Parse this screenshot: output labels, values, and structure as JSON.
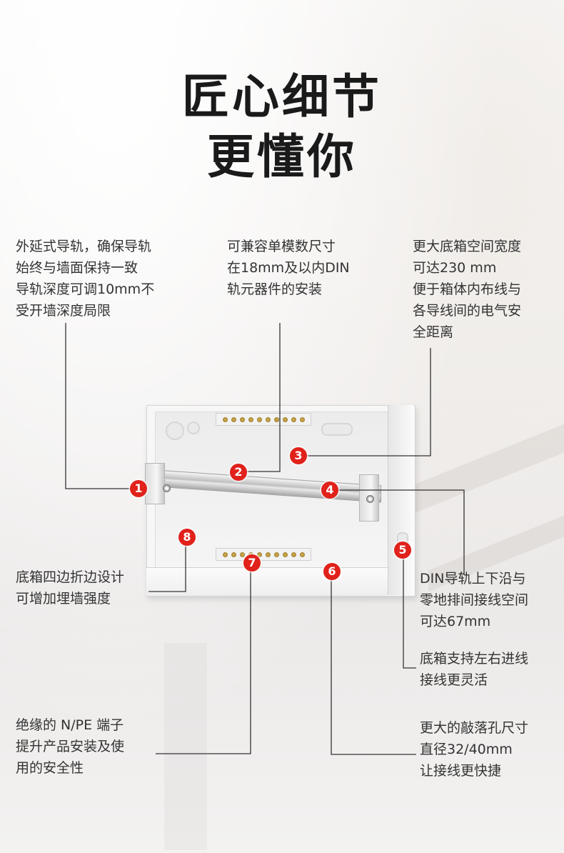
{
  "title": {
    "line1": "匠心细节",
    "line2": "更懂你"
  },
  "notes": {
    "n1": [
      "外延式导轨，确保导轨",
      "始终与墙面保持一致",
      "导轨深度可调10mm不",
      "受开墙深度局限"
    ],
    "n2": [
      "可兼容单模数尺寸",
      "在18mm及以内DIN",
      "轨元器件的安装"
    ],
    "n3": [
      "更大底箱空间宽度",
      "可达230 mm",
      "便于箱体内布线与",
      "各导线间的电气安",
      "全距离"
    ],
    "n4": [
      "DIN导轨上下沿与",
      "零地排间接线空间",
      "可达67mm"
    ],
    "n5": [
      "底箱支持左右进线",
      "接线更灵活"
    ],
    "n6": [
      "更大的敲落孔尺寸",
      "直径32/40mm",
      "让接线更快捷"
    ],
    "n7": [
      "绝缘的 N/PE 端子",
      "提升产品安装及使",
      "用的安全性"
    ],
    "n8": [
      "底箱四边折边设计",
      "可增加埋墙强度"
    ]
  },
  "badges": {
    "b1": "1",
    "b2": "2",
    "b3": "3",
    "b4": "4",
    "b5": "5",
    "b6": "6",
    "b7": "7",
    "b8": "8"
  },
  "colors": {
    "badge": "#e0221b",
    "title": "#1a1a1a",
    "text": "#333333",
    "line": "#333333"
  }
}
